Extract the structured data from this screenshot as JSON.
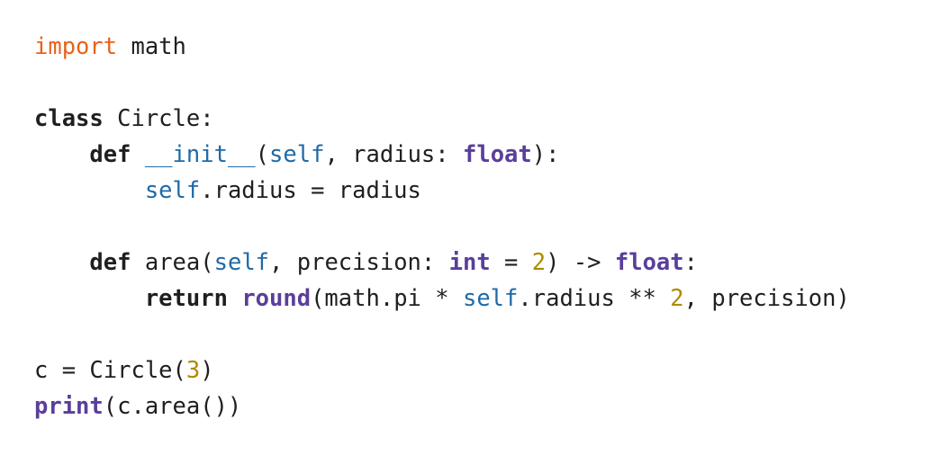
{
  "code": {
    "language": "python",
    "lines": [
      {
        "tokens": [
          {
            "t": "import",
            "k": "kw-import"
          },
          {
            "t": " math",
            "k": "plain"
          }
        ]
      },
      {
        "tokens": []
      },
      {
        "tokens": [
          {
            "t": "class",
            "k": "kw-bold"
          },
          {
            "t": " Circle:",
            "k": "plain"
          }
        ]
      },
      {
        "tokens": [
          {
            "t": "    ",
            "k": "plain"
          },
          {
            "t": "def",
            "k": "kw-bold"
          },
          {
            "t": " ",
            "k": "plain"
          },
          {
            "t": "__init__",
            "k": "dunder"
          },
          {
            "t": "(",
            "k": "plain"
          },
          {
            "t": "self",
            "k": "self"
          },
          {
            "t": ", radius: ",
            "k": "plain"
          },
          {
            "t": "float",
            "k": "builtin"
          },
          {
            "t": "):",
            "k": "plain"
          }
        ]
      },
      {
        "tokens": [
          {
            "t": "        ",
            "k": "plain"
          },
          {
            "t": "self",
            "k": "self"
          },
          {
            "t": ".radius = radius",
            "k": "plain"
          }
        ]
      },
      {
        "tokens": []
      },
      {
        "tokens": [
          {
            "t": "    ",
            "k": "plain"
          },
          {
            "t": "def",
            "k": "kw-bold"
          },
          {
            "t": " area(",
            "k": "plain"
          },
          {
            "t": "self",
            "k": "self"
          },
          {
            "t": ", precision: ",
            "k": "plain"
          },
          {
            "t": "int",
            "k": "builtin"
          },
          {
            "t": " = ",
            "k": "plain"
          },
          {
            "t": "2",
            "k": "num"
          },
          {
            "t": ") -> ",
            "k": "plain"
          },
          {
            "t": "float",
            "k": "builtin"
          },
          {
            "t": ":",
            "k": "plain"
          }
        ]
      },
      {
        "tokens": [
          {
            "t": "        ",
            "k": "plain"
          },
          {
            "t": "return",
            "k": "kw-bold"
          },
          {
            "t": " ",
            "k": "plain"
          },
          {
            "t": "round",
            "k": "builtin"
          },
          {
            "t": "(math.pi * ",
            "k": "plain"
          },
          {
            "t": "self",
            "k": "self"
          },
          {
            "t": ".radius ** ",
            "k": "plain"
          },
          {
            "t": "2",
            "k": "num"
          },
          {
            "t": ", precision)",
            "k": "plain"
          }
        ]
      },
      {
        "tokens": []
      },
      {
        "tokens": [
          {
            "t": "c = Circle(",
            "k": "plain"
          },
          {
            "t": "3",
            "k": "num"
          },
          {
            "t": ")",
            "k": "plain"
          }
        ]
      },
      {
        "tokens": [
          {
            "t": "print",
            "k": "builtin"
          },
          {
            "t": "(c.area())",
            "k": "plain"
          }
        ]
      }
    ]
  },
  "colors": {
    "background": "#ffffff",
    "text": "#1f1f1f",
    "import_keyword": "#e8621a",
    "builtin": "#5a3e9b",
    "self": "#1f6aa8",
    "number": "#b08a00"
  }
}
